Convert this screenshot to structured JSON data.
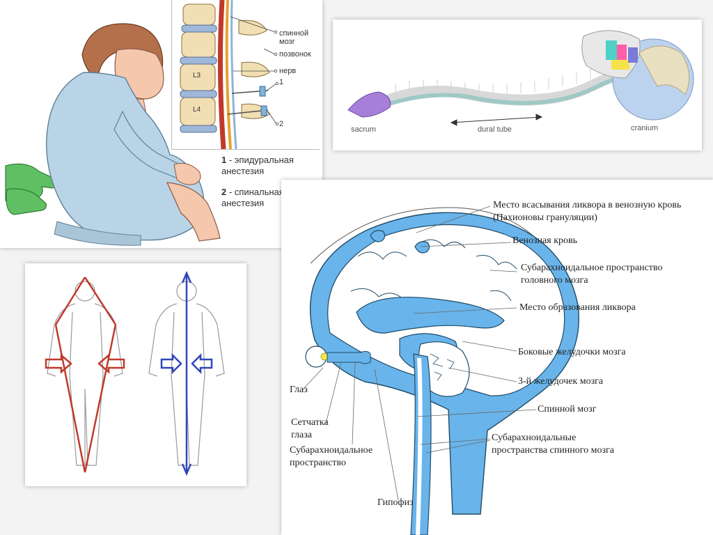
{
  "anesthesia": {
    "spine_labels": {
      "spinal_cord": "спинной мозг",
      "vertebra": "позвонок",
      "nerve": "нерв",
      "l3": "L3",
      "l4": "L4",
      "n1": "1",
      "n2": "2"
    },
    "legend": {
      "item1_num": "1",
      "item1_text": " - эпидуральная анестезия",
      "item2_num": "2",
      "item2_text": " - спинальная анестезия"
    }
  },
  "dural": {
    "sacrum": "sacrum",
    "dural_tube": "dural tube",
    "cranium": "cranium"
  },
  "brain": {
    "labels": {
      "absorption": "Место всасывания ликвора в венозную кровь (Пахионовы грануляции)",
      "venous_blood": "Венозная кровь",
      "subarachnoid_brain": "Субарахноидальное пространство головного мозга",
      "formation": "Место образования ликвора",
      "lateral_ventricles": "Боковые желудочки мозга",
      "third_ventricle": "3-й желудочек мозга",
      "spinal_cord": "Спинной мозг",
      "subarachnoid_spinal": "Субарахноидальные пространства спинного мозга",
      "eye": "Глаз",
      "retina": "Сетчатка глаза",
      "subarachnoid": "Субарахноидальное пространство",
      "pituitary": "Гипофиз"
    }
  },
  "colors": {
    "csf_blue": "#69b4ea",
    "dark_line": "#1f4a68",
    "red_arrow": "#c0392b",
    "blue_arrow": "#3046b8",
    "purple": "#a77fd8"
  }
}
